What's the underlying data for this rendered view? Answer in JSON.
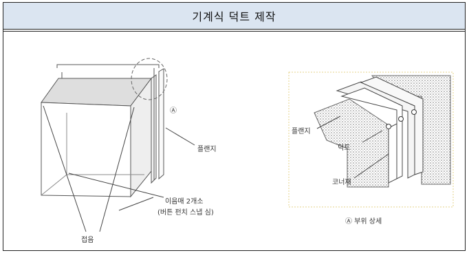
{
  "title": "기계식 덕트 제작",
  "left_figure": {
    "callout_marker": "Ⓐ",
    "flange_label": "플랜지",
    "seam_label_line1": "이음매 2개소",
    "seam_label_line2": "(버튼 펀치 스냅 심)",
    "fold_label": "접음"
  },
  "right_figure": {
    "flange_label": "플랜지",
    "duct_label": "덕트",
    "corner_label": "코너재",
    "caption": "Ⓐ 부위 상세"
  }
}
